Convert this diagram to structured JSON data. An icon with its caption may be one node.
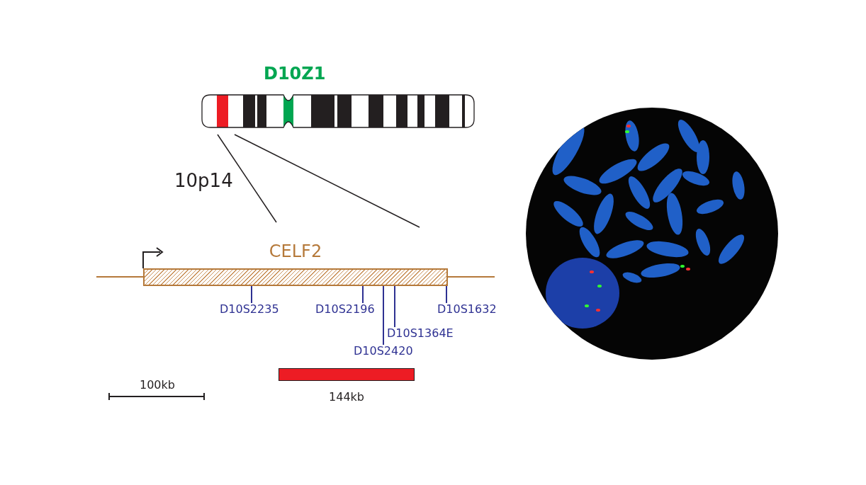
{
  "diagram": {
    "nodes": [
      {
        "text": [
          "CELF2"
        ]
      },
      {
        "text": [
          "D10S2235"
        ]
      },
      {
        "text": [
          "D10S2196"
        ]
      },
      {
        "text": [
          "D10S1632"
        ]
      },
      {
        "text": [
          "D10S1364E"
        ]
      },
      {
        "text": [
          "D10S2420"
        ]
      },
      {
        "text": [],
        "shape": "bar",
        "beside": [
          "144kb"
        ]
      },
      {
        "text": [],
        "shape": "picture"
      }
    ],
    "edges": [
      {
        "from": 1,
        "to": 0,
        "arrow": "none"
      },
      {
        "from": 2,
        "to": 0,
        "arrow": "none"
      },
      {
        "from": 3,
        "to": 0,
        "arrow": "none"
      },
      {
        "from": 4,
        "to": 0,
        "arrow": "none"
      },
      {
        "from": 5,
        "to": 0,
        "arrow": "none"
      }
    ],
    "labels": [
      "D10Z1",
      "10p14",
      "100kb"
    ]
  }
}
